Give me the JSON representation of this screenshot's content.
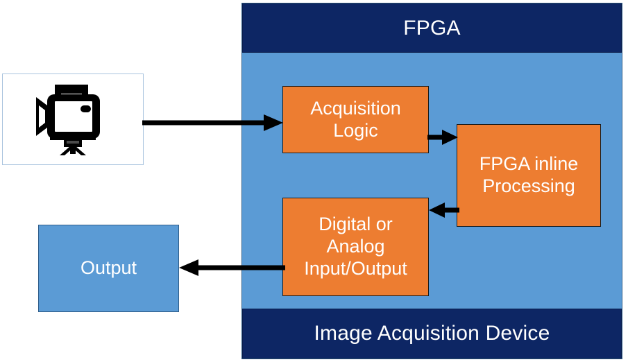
{
  "diagram": {
    "title": "FPGA image acquisition device block diagram",
    "colors": {
      "panel_blue": "#5B9BD5",
      "banner_navy": "#0D2664",
      "box_orange": "#ED7D31",
      "arrow_black": "#000000",
      "text_white": "#FFFFFF",
      "camera_frame_border": "#A9C3DE"
    }
  },
  "device": {
    "top_banner_label": "FPGA",
    "bottom_banner_label": "Image Acquisition  Device"
  },
  "source": {
    "icon": "video-camera-tripod-icon",
    "label": ""
  },
  "blocks": {
    "acquisition": {
      "lines": [
        "Acquisition",
        "Logic"
      ]
    },
    "inline_processing": {
      "lines": [
        "FPGA inline",
        "Processing"
      ]
    },
    "io": {
      "lines": [
        "Digital or",
        "Analog",
        "Input/Output"
      ]
    },
    "output": {
      "lines": [
        "Output"
      ]
    }
  },
  "arrows": [
    {
      "name": "camera-to-acquisition",
      "from": "camera",
      "to": "acquisition",
      "direction": "right"
    },
    {
      "name": "acquisition-to-inline",
      "from": "acquisition",
      "to": "inline_processing",
      "direction": "right"
    },
    {
      "name": "inline-to-io",
      "from": "inline_processing",
      "to": "io",
      "direction": "left"
    },
    {
      "name": "io-to-output",
      "from": "io",
      "to": "output",
      "direction": "left"
    }
  ]
}
